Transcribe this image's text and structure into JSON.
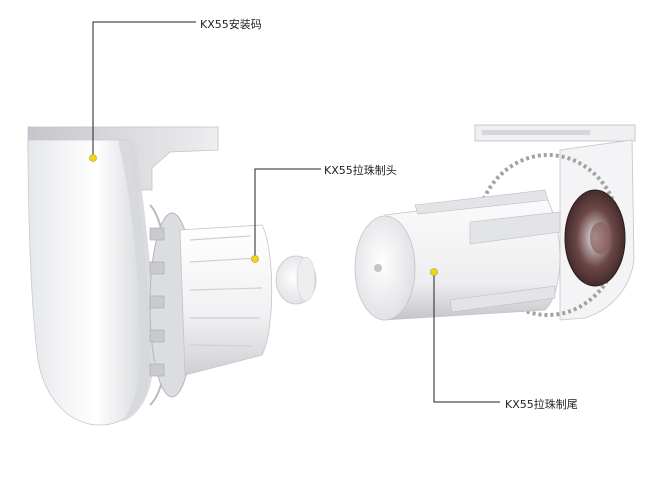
{
  "labels": {
    "bracket": "KX55安装码",
    "control_head": "KX55拉珠制头",
    "control_tail": "KX55拉珠制尾"
  },
  "colors": {
    "background": "#ffffff",
    "leader_line": "#222222",
    "marker_dot": "#f2d31b",
    "plastic_light": "#f4f4f6",
    "plastic_shadow": "#c9cace",
    "chain_metal": "#9a9a9a",
    "gear_dark": "#4a2a2a"
  }
}
